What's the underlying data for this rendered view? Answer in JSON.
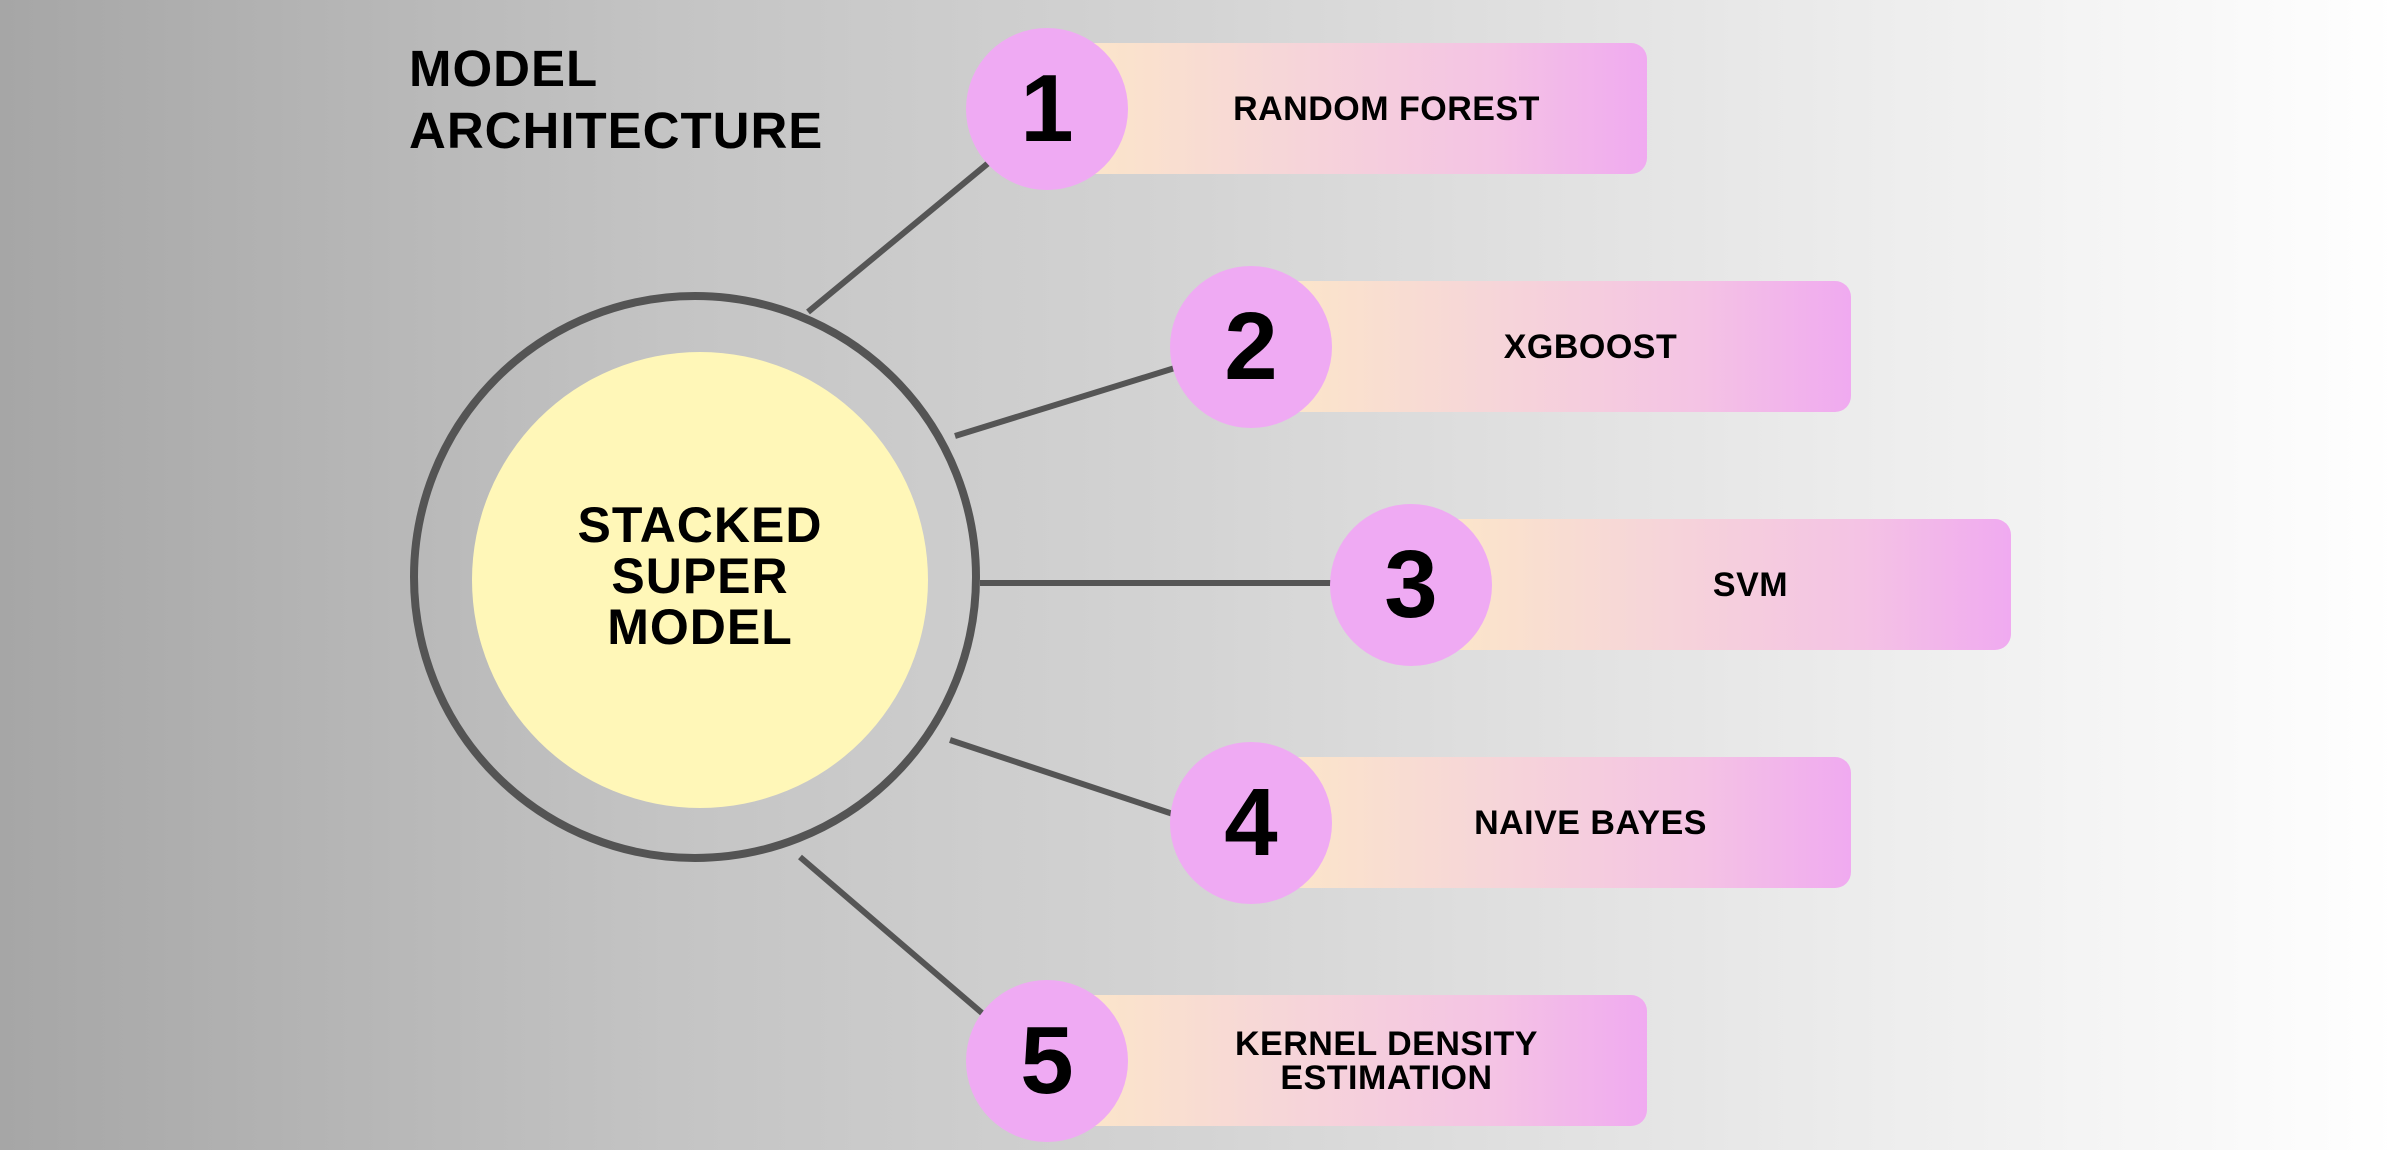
{
  "title": {
    "line1": "MODEL",
    "line2": "ARCHITECTURE"
  },
  "center": {
    "line1": "STACKED",
    "line2": "SUPER",
    "line3": "MODEL"
  },
  "models": [
    {
      "number": "1",
      "label": "RANDOM FOREST"
    },
    {
      "number": "2",
      "label": "XGBOOST"
    },
    {
      "number": "3",
      "label": "SVM"
    },
    {
      "number": "4",
      "label": "NAIVE BAYES"
    },
    {
      "number": "5",
      "label": "KERNEL DENSITY\nESTIMATION"
    }
  ],
  "colors": {
    "badge": "#efaaf3",
    "center_fill": "#fff7b8",
    "ring": "#545454",
    "connector": "#555555"
  }
}
